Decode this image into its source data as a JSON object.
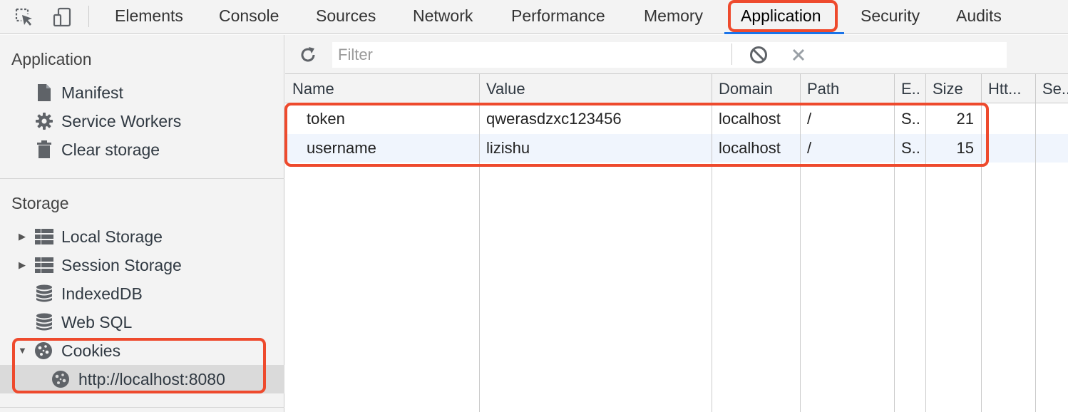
{
  "toolbar": {
    "inspect_icon": "cursor-arrow-icon",
    "device_icon": "device-toggle-icon",
    "tabs": [
      {
        "label": "Elements"
      },
      {
        "label": "Console"
      },
      {
        "label": "Sources"
      },
      {
        "label": "Network"
      },
      {
        "label": "Performance"
      },
      {
        "label": "Memory"
      },
      {
        "label": "Application"
      },
      {
        "label": "Security"
      },
      {
        "label": "Audits"
      }
    ],
    "active_tab": "Application"
  },
  "sidebar": {
    "application": {
      "title": "Application",
      "items": [
        {
          "label": "Manifest",
          "icon": "document-icon"
        },
        {
          "label": "Service Workers",
          "icon": "gear-icon"
        },
        {
          "label": "Clear storage",
          "icon": "trash-icon"
        }
      ]
    },
    "storage": {
      "title": "Storage",
      "items": [
        {
          "label": "Local Storage",
          "icon": "table-grid-icon"
        },
        {
          "label": "Session Storage",
          "icon": "table-grid-icon"
        },
        {
          "label": "IndexedDB",
          "icon": "database-icon"
        },
        {
          "label": "Web SQL",
          "icon": "database-icon"
        },
        {
          "label": "Cookies",
          "icon": "cookie-icon"
        },
        {
          "label": "http://localhost:8080",
          "icon": "cookie-icon"
        }
      ]
    }
  },
  "filterbar": {
    "refresh_icon": "refresh-icon",
    "placeholder": "Filter",
    "clear_all_icon": "block-icon",
    "delete_icon": "close-icon"
  },
  "cookies_table": {
    "columns": [
      "Name",
      "Value",
      "Domain",
      "Path",
      "E..",
      "Size",
      "Htt...",
      "Se..."
    ],
    "rows": [
      {
        "name": "token",
        "value": "qwerasdzxc123456",
        "domain": "localhost",
        "path": "/",
        "expires": "S..",
        "size": "21",
        "httponly": "",
        "secure": ""
      },
      {
        "name": "username",
        "value": "lizishu",
        "domain": "localhost",
        "path": "/",
        "expires": "S..",
        "size": "15",
        "httponly": "",
        "secure": ""
      }
    ]
  },
  "colors": {
    "highlight": "#ee4a2d",
    "active_tab_underline": "#1a73e8",
    "panel_bg": "#f3f3f3"
  }
}
